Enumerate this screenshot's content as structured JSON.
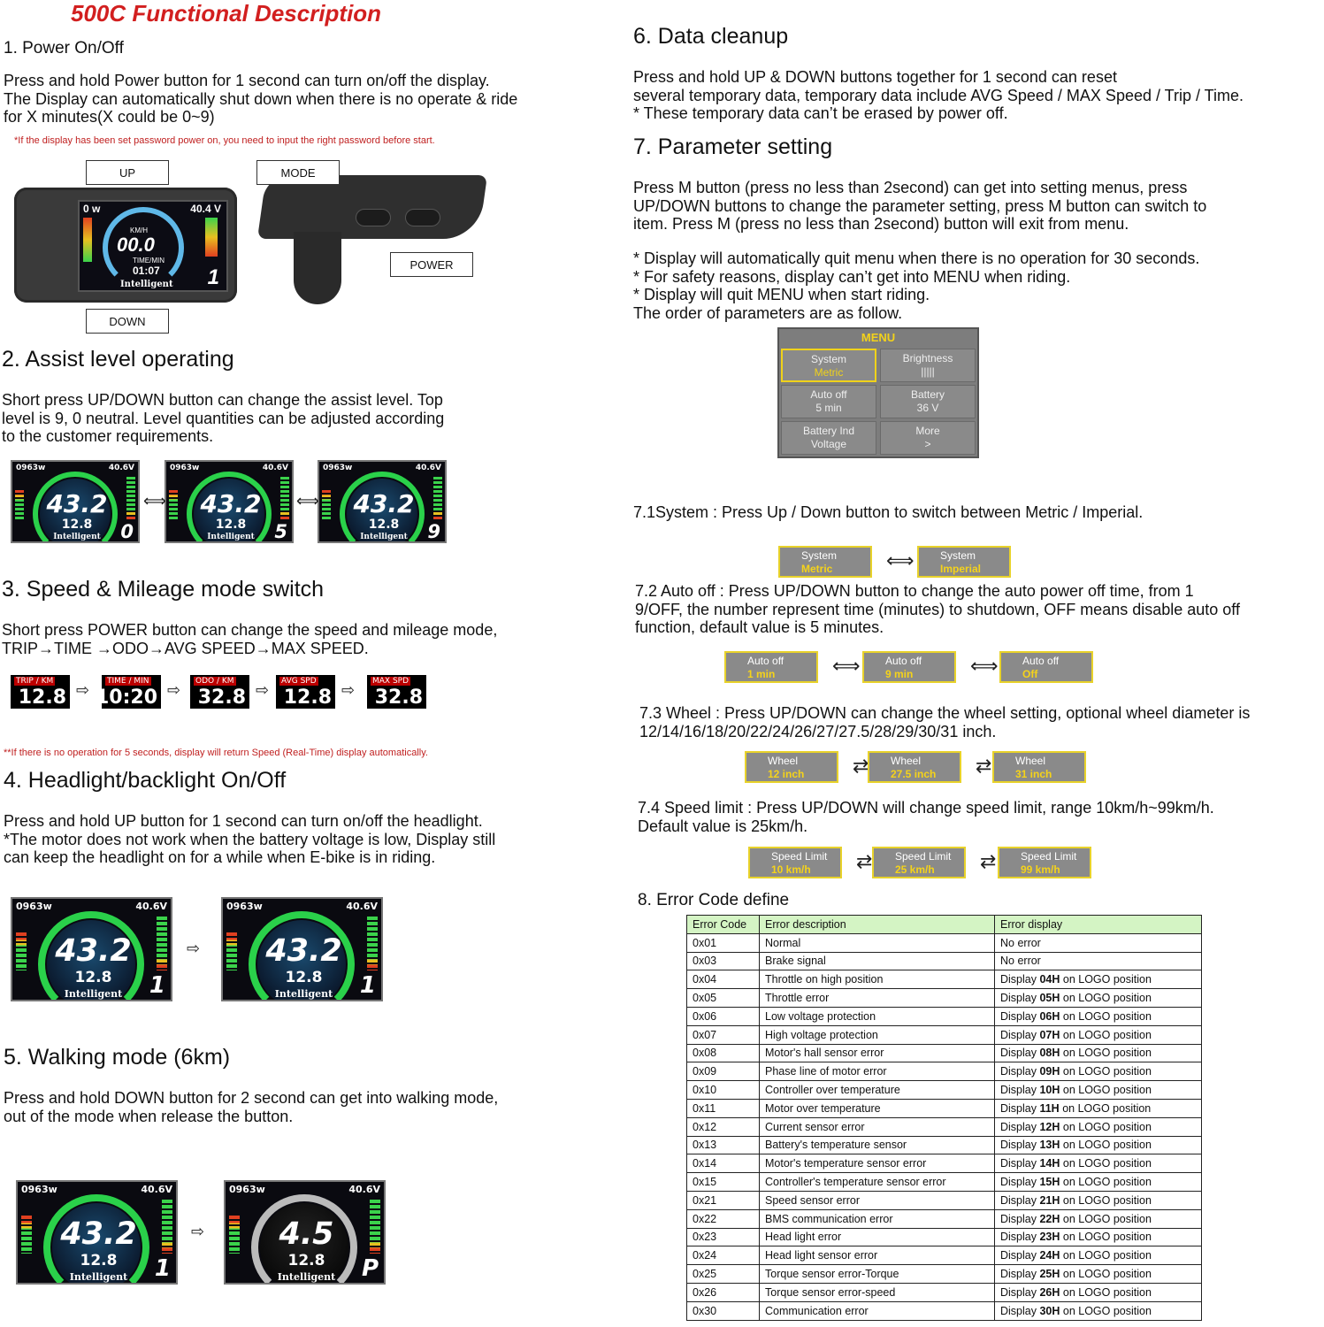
{
  "title": "500C Functional Description",
  "s1": {
    "heading": "1. Power On/Off",
    "body": "Press and hold Power button for 1 second can turn on/off the display.\nThe Display can automatically shut down when there is no operate & ride\nfor X minutes(X could be 0~9)",
    "note": "*If the display has been set password power on, you need to input the right password before start.",
    "callouts": {
      "up": "UP",
      "mode": "MODE",
      "power": "POWER",
      "down": "DOWN"
    },
    "device": {
      "power": "0 w",
      "voltage": "40.4 V",
      "unit": "KM/H",
      "speed": "00.0",
      "time_label": "TIME/MIN",
      "time": "01:07",
      "brand": "Intelligent",
      "level": "1"
    }
  },
  "s2": {
    "heading": "2. Assist level operating",
    "body": "Short press UP/DOWN button can change the assist level. Top\nlevel is 9, 0 neutral. Level quantities can be adjusted according\n to the customer requirements.",
    "displays": [
      {
        "power": "0963w",
        "voltage": "40.6V",
        "speed": "43.2",
        "trip": "12.8",
        "brand": "Intelligent",
        "level": "0"
      },
      {
        "power": "0963w",
        "voltage": "40.6V",
        "speed": "43.2",
        "trip": "12.8",
        "brand": "Intelligent",
        "level": "5"
      },
      {
        "power": "0963w",
        "voltage": "40.6V",
        "speed": "43.2",
        "trip": "12.8",
        "brand": "Intelligent",
        "level": "9"
      }
    ]
  },
  "s3": {
    "heading": "3. Speed & Mileage mode switch",
    "body": "Short press POWER button can change the speed and mileage mode,\nTRIP→TIME →ODO→AVG SPEED→MAX SPEED.",
    "modes": [
      {
        "label": "TRIP / KM",
        "value": "12.8"
      },
      {
        "label": "TIME / MIN",
        "value": "10:20"
      },
      {
        "label": "ODO / KM",
        "value": "32.8"
      },
      {
        "label": "AVG SPD",
        "value": "12.8"
      },
      {
        "label": "MAX SPD",
        "value": "32.8"
      }
    ],
    "note": "**If there is no operation for 5 seconds, display will return Speed (Real-Time) display automatically."
  },
  "s4": {
    "heading": "4.  Headlight/backlight On/Off",
    "body": "Press and hold UP button for 1 second can turn on/off the headlight.\n*The motor does not work when the battery voltage is low, Display still\ncan keep the headlight on for a while when E-bike is in riding.",
    "displays": [
      {
        "power": "0963w",
        "voltage": "40.6V",
        "speed": "43.2",
        "trip": "12.8",
        "brand": "Intelligent",
        "level": "1"
      },
      {
        "power": "0963w",
        "voltage": "40.6V",
        "speed": "43.2",
        "trip": "12.8",
        "brand": "Intelligent",
        "level": "1"
      }
    ]
  },
  "s5": {
    "heading": "5. Walking mode (6km)",
    "body": "Press and hold DOWN button for 2 second can get into walking mode,\nout of the mode when release the button.",
    "displays": [
      {
        "power": "0963w",
        "voltage": "40.6V",
        "speed": "43.2",
        "trip": "12.8",
        "brand": "Intelligent",
        "level": "1"
      },
      {
        "power": "0963w",
        "voltage": "40.6V",
        "speed": "4.5",
        "trip": "12.8",
        "brand": "Intelligent",
        "level": "P"
      }
    ]
  },
  "s6": {
    "heading": "6. Data cleanup",
    "body": "Press and hold UP & DOWN buttons together for 1 second can reset\nseveral temporary data, temporary data include AVG Speed / MAX Speed / Trip / Time.\n* These temporary data can’t be erased by power off."
  },
  "s7": {
    "heading": "7. Parameter setting",
    "body": "Press M button (press no less than 2second) can get into setting menus, press\nUP/DOWN buttons to change the parameter setting, press M button can switch to\nitem. Press M (press no less than 2second) button will exit from menu.",
    "notes": "* Display will automatically quit menu when there is no operation for 30 seconds.\n* For safety reasons, display can’t get into MENU when riding.\n* Display will quit MENU when start riding.\nThe order of parameters are as follow.",
    "menu": {
      "title": "MENU",
      "cells": [
        {
          "name": "System",
          "value": "Metric"
        },
        {
          "name": "Brightness",
          "value": "|||||"
        },
        {
          "name": "Auto off",
          "value": "5  min"
        },
        {
          "name": "Battery",
          "value": "36  V"
        },
        {
          "name": "Battery Ind",
          "value": "Voltage"
        },
        {
          "name": "More",
          "value": ">"
        }
      ]
    },
    "s71": {
      "text": "7.1System : Press Up / Down button to switch between Metric / Imperial.",
      "opts": [
        {
          "name": "System",
          "value": "Metric"
        },
        {
          "name": "System",
          "value": "Imperial"
        }
      ]
    },
    "s72": {
      "text": "7.2 Auto off : Press UP/DOWN button to change the auto power off time, from 1\n9/OFF, the number represent time (minutes) to shutdown, OFF means disable auto off\nfunction,  default value is 5 minutes.",
      "opts": [
        {
          "name": "Auto off",
          "value": "1  min"
        },
        {
          "name": "Auto off",
          "value": "9  min"
        },
        {
          "name": "Auto off",
          "value": "Off"
        }
      ]
    },
    "s73": {
      "text": "7.3 Wheel : Press UP/DOWN can change the wheel setting, optional wheel diameter is\n12/14/16/18/20/22/24/26/27/27.5/28/29/30/31 inch.",
      "opts": [
        {
          "name": "Wheel",
          "value": "12  inch"
        },
        {
          "name": "Wheel",
          "value": "27.5 inch"
        },
        {
          "name": "Wheel",
          "value": "31  inch"
        }
      ]
    },
    "s74": {
      "text": "7.4 Speed limit : Press UP/DOWN will change speed limit, range 10km/h~99km/h.\nDefault value is 25km/h.",
      "opts": [
        {
          "name": "Speed Limit",
          "value": "10  km/h"
        },
        {
          "name": "Speed Limit",
          "value": "25  km/h"
        },
        {
          "name": "Speed Limit",
          "value": "99  km/h"
        }
      ]
    }
  },
  "s8": {
    "heading": "8. Error Code define",
    "headers": [
      "Error Code",
      "Error description",
      "Error display"
    ],
    "rows": [
      [
        "0x01",
        "Normal",
        "No error",
        ""
      ],
      [
        "0x03",
        "Brake signal",
        "No error",
        ""
      ],
      [
        "0x04",
        "Throttle on high position",
        "Display ",
        "04H"
      ],
      [
        "0x05",
        "Throttle error",
        "Display ",
        "05H"
      ],
      [
        "0x06",
        "Low voltage protection",
        "Display ",
        "06H"
      ],
      [
        "0x07",
        "High voltage protection",
        "Display ",
        "07H"
      ],
      [
        "0x08",
        "Motor's hall sensor error",
        "Display ",
        "08H"
      ],
      [
        "0x09",
        "Phase line of motor error",
        "Display ",
        "09H"
      ],
      [
        "0x10",
        "Controller over temperature",
        "Display ",
        "10H"
      ],
      [
        "0x11",
        "Motor over temperature",
        "Display ",
        "11H"
      ],
      [
        "0x12",
        "Current sensor error",
        "Display ",
        "12H"
      ],
      [
        "0x13",
        "Battery's temperature sensor",
        "Display ",
        "13H"
      ],
      [
        "0x14",
        "Motor's temperature sensor error",
        "Display ",
        "14H"
      ],
      [
        "0x15",
        "Controller's temperature sensor error",
        "Display ",
        "15H"
      ],
      [
        "0x21",
        "Speed sensor error",
        "Display ",
        "21H"
      ],
      [
        "0x22",
        "BMS communication error",
        "Display ",
        "22H"
      ],
      [
        "0x23",
        "Head light error",
        "Display ",
        "23H"
      ],
      [
        "0x24",
        "Head light sensor error",
        "Display ",
        "24H"
      ],
      [
        "0x25",
        "Torque sensor error-Torque",
        "Display ",
        "25H"
      ],
      [
        "0x26",
        "Torque sensor error-speed",
        "Display ",
        "26H"
      ],
      [
        "0x30",
        "Communication error",
        "Display ",
        "30H"
      ]
    ],
    "suffix": " on LOGO position"
  }
}
